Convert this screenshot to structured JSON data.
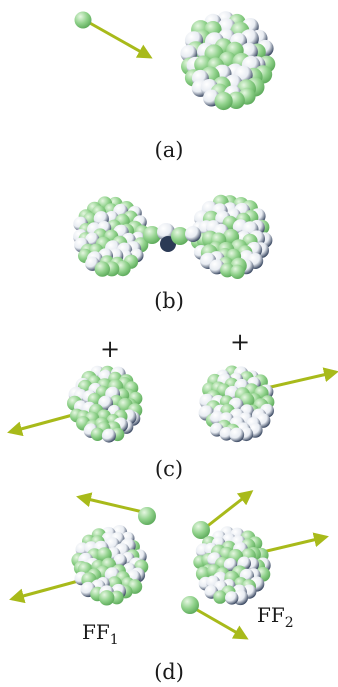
{
  "figure": {
    "panels": [
      {
        "id": "a",
        "label": "(a)"
      },
      {
        "id": "b",
        "label": "(b)"
      },
      {
        "id": "c",
        "label": "(c)",
        "charges": [
          "+",
          "+"
        ]
      },
      {
        "id": "d",
        "label": "(d)",
        "fragments": [
          {
            "main": "FF",
            "sub": "1"
          },
          {
            "main": "FF",
            "sub": "2"
          }
        ]
      }
    ]
  },
  "colors": {
    "proton": "#8fd18a",
    "proton_highlight": "#c9edc2",
    "neutron": "#2b3a55",
    "neutron_highlight": "#e8ecf2",
    "arrow": "#a8ba1a"
  }
}
